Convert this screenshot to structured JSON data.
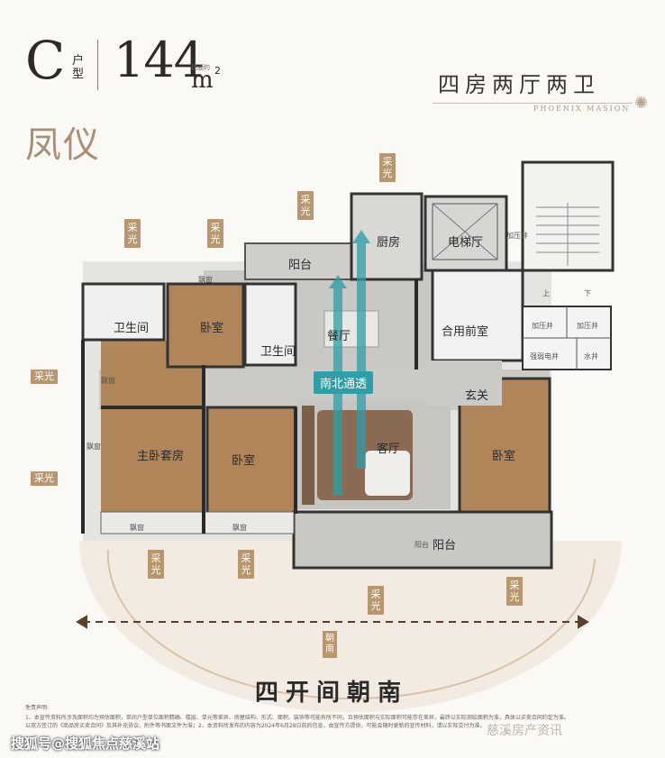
{
  "header": {
    "type_letter": "C",
    "type_suffix": "户型",
    "area_value": "144",
    "area_unit": "m",
    "area_sup": "2",
    "area_note": "建面约",
    "project_name": "凤仪",
    "room_config": "四房两厅两卫",
    "brand_en": "PHOENIX MASION"
  },
  "rooms": {
    "balcony_top": "阳台",
    "kitchen": "厨房",
    "elevator_hall": "电梯厅",
    "bathroom_left": "卫生间",
    "bedroom_top": "卧室",
    "bathroom_mid": "卫生间",
    "dining": "餐厅",
    "shared_foyer": "合用前室",
    "entrance": "玄关",
    "master_suite": "主卧套房",
    "bedroom_mid": "卧室",
    "living": "客厅",
    "bedroom_right": "卧室",
    "balcony_bottom": "阳台",
    "balcony_bottom_small": "阳台",
    "window_bay_1": "飘窗",
    "window_bay_2": "飘窗",
    "window_bay_3": "飘窗",
    "window_bay_4": "飘窗",
    "window_bay_5": "飘窗",
    "pressurize_1": "加压井",
    "pressurize_2": "加压井",
    "strong_elec": "强弱电井",
    "water_well": "水井",
    "pressure_small": "加压井",
    "up": "上",
    "down": "下"
  },
  "labels": {
    "light": "采光",
    "through": "南北通透",
    "facing": "朝南",
    "south_title": "四开间朝南"
  },
  "disclaimer": {
    "title": "免责声明:",
    "line1": "1、本宣传资料所涉及面积均为预估面积，单间户型单位面积精确、楼层、单元等差异、房屋结构、形式、面积、装饰等可能有所不同，且预估面积与实际面积可能存在差异，最终以实际测绘面积为准，具体以买卖合同约定为准。",
    "line2": "以双方签订的《商品房买卖合同》及其补充协议、附件等书面文件为准；2、本资料所发布的内容为2024年6月28日前的信息，由宣传方提供，可能会随时更新的宣传材料，请以实际交付为准。"
  },
  "watermark": {
    "text": "搜狐号@搜狐焦点慈溪站",
    "text2": "慈溪房产资讯"
  },
  "colors": {
    "wood": "#b0855a",
    "stone": "#c9c8c5",
    "accent_teal": "#2f9ea6",
    "tag_gold": "#b8966e",
    "name_color": "#a98f78"
  }
}
